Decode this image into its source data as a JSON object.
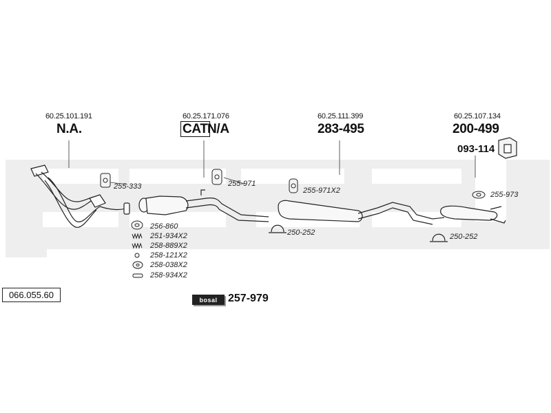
{
  "diagram_id": "066.055.60",
  "brand": {
    "badge_text": "bosal",
    "kit_number": "257-979"
  },
  "sections": [
    {
      "oe_number": "60.25.101.191",
      "part_number": "N.A."
    },
    {
      "oe_number": "60.25.171.076",
      "cat_label": "CAT",
      "part_number": "N/A"
    },
    {
      "oe_number": "60.25.111.399",
      "part_number": "283-495"
    },
    {
      "oe_number": "60.25.107.134",
      "part_number": "200-499",
      "extra_part_number": "093-114"
    }
  ],
  "callouts": {
    "front_mount": "255-333",
    "cat_mount": "255-971",
    "mid_mount": "255-971X2",
    "mid_clamp": "250-252",
    "rear_mount": "255-973",
    "rear_clamp": "250-252"
  },
  "fitting_parts": [
    "256-860",
    "251-934X2",
    "258-889X2",
    "258-121X2",
    "258-038X2",
    "258-934X2"
  ]
}
